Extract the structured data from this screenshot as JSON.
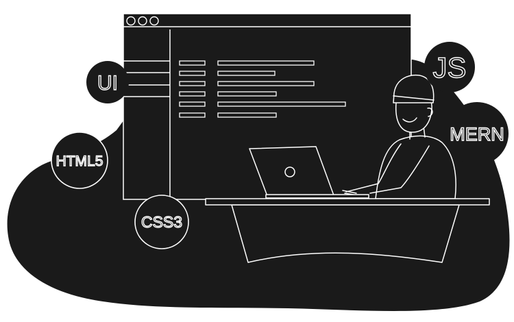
{
  "badges": {
    "ui": "UI",
    "js": "JS",
    "mern": "MERN",
    "html5": "HTML5",
    "css3": "CSS3"
  },
  "colors": {
    "fill": "#1a1a1a",
    "line": "#ffffff",
    "background": "#ffffff"
  },
  "icons": {
    "window_controls": "three-circle-window-buttons",
    "laptop_logo": "circle-logo"
  }
}
